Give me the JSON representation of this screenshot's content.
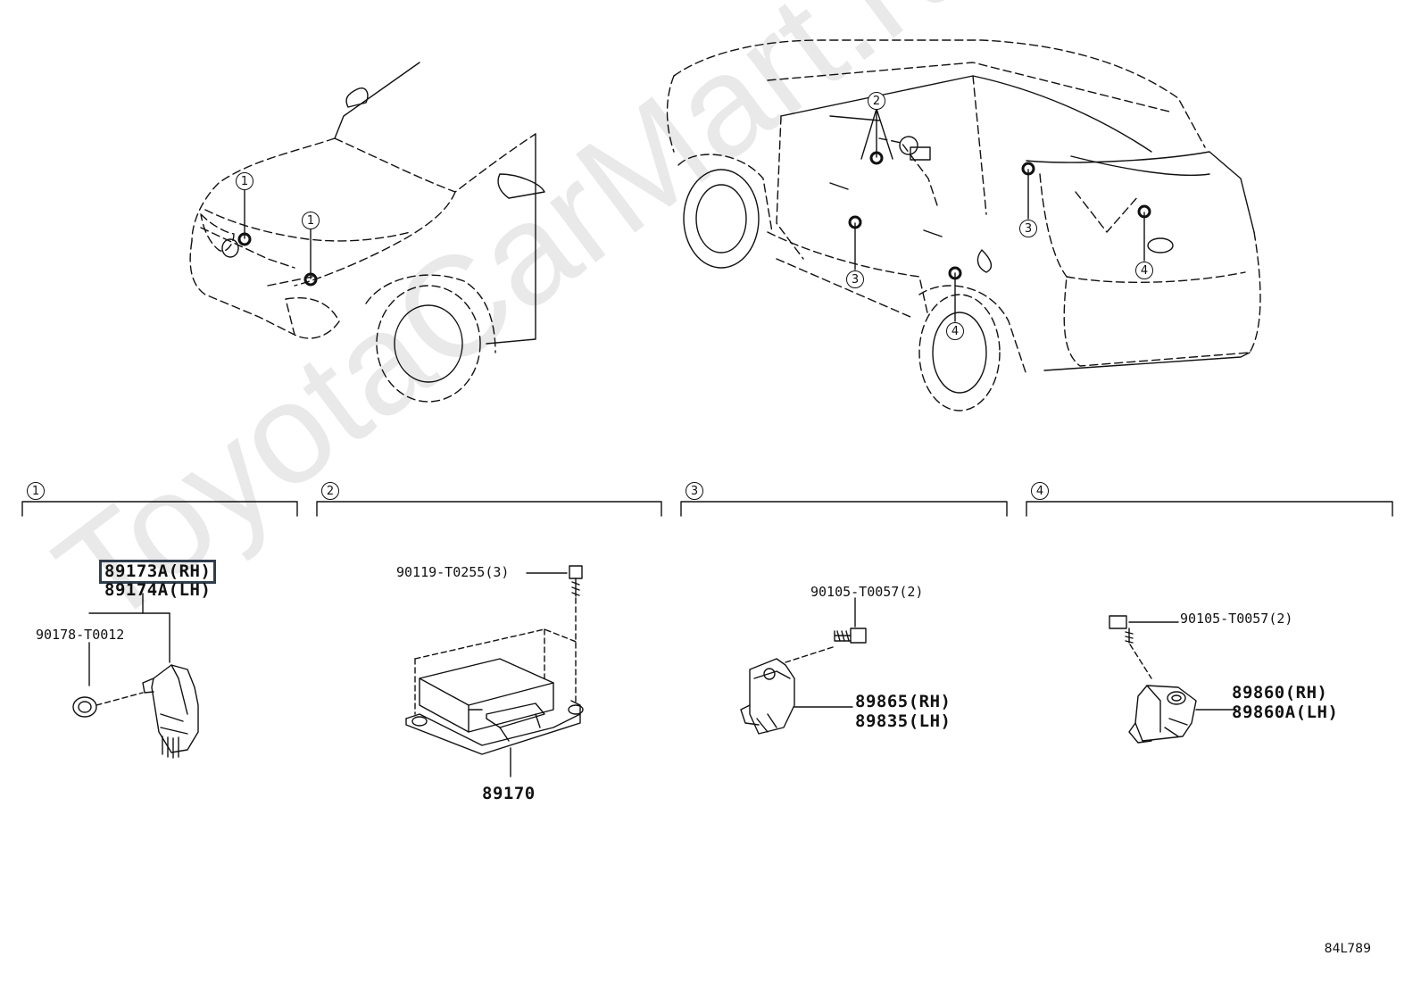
{
  "watermark": "ToyotaCarMart.ru",
  "callouts": [
    "1",
    "2",
    "3",
    "4"
  ],
  "sections": [
    {
      "index": "1",
      "parts": {
        "sensor_rh": "89173A(RH)",
        "sensor_lh": "89174A(LH)",
        "clip": "90178-T0012"
      }
    },
    {
      "index": "2",
      "parts": {
        "bolt": "90119-T0255(3)",
        "ecu": "89170"
      }
    },
    {
      "index": "3",
      "parts": {
        "bolt": "90105-T0057(2)",
        "sensor_rh": "89865(RH)",
        "sensor_lh": "89835(LH)"
      }
    },
    {
      "index": "4",
      "parts": {
        "bolt": "90105-T0057(2)",
        "sensor_rh": "89860(RH)",
        "sensor_lh": "89860A(LH)"
      }
    }
  ],
  "diagram_code": "84L789",
  "colors": {
    "line": "#111111",
    "highlight": "#2f3e4c",
    "watermark": "#e9e9e9"
  }
}
